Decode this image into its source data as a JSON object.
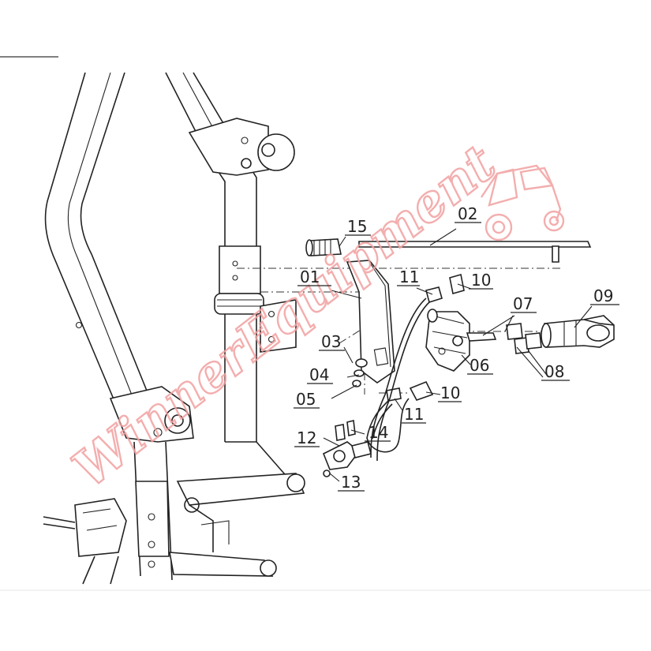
{
  "diagram": {
    "watermark_text": "WinnerEquipment",
    "watermark_color": "#f2a0a0",
    "line_color": "#222222",
    "labels": [
      {
        "id": "15",
        "text": "15"
      },
      {
        "id": "02",
        "text": "02"
      },
      {
        "id": "01",
        "text": "01"
      },
      {
        "id": "11a",
        "text": "11"
      },
      {
        "id": "10a",
        "text": "10"
      },
      {
        "id": "07",
        "text": "07"
      },
      {
        "id": "09",
        "text": "09"
      },
      {
        "id": "03",
        "text": "03"
      },
      {
        "id": "06",
        "text": "06"
      },
      {
        "id": "08",
        "text": "08"
      },
      {
        "id": "04",
        "text": "04"
      },
      {
        "id": "10b",
        "text": "10"
      },
      {
        "id": "05",
        "text": "05"
      },
      {
        "id": "11b",
        "text": "11"
      },
      {
        "id": "12",
        "text": "12"
      },
      {
        "id": "14",
        "text": "14"
      },
      {
        "id": "13",
        "text": "13"
      }
    ]
  }
}
